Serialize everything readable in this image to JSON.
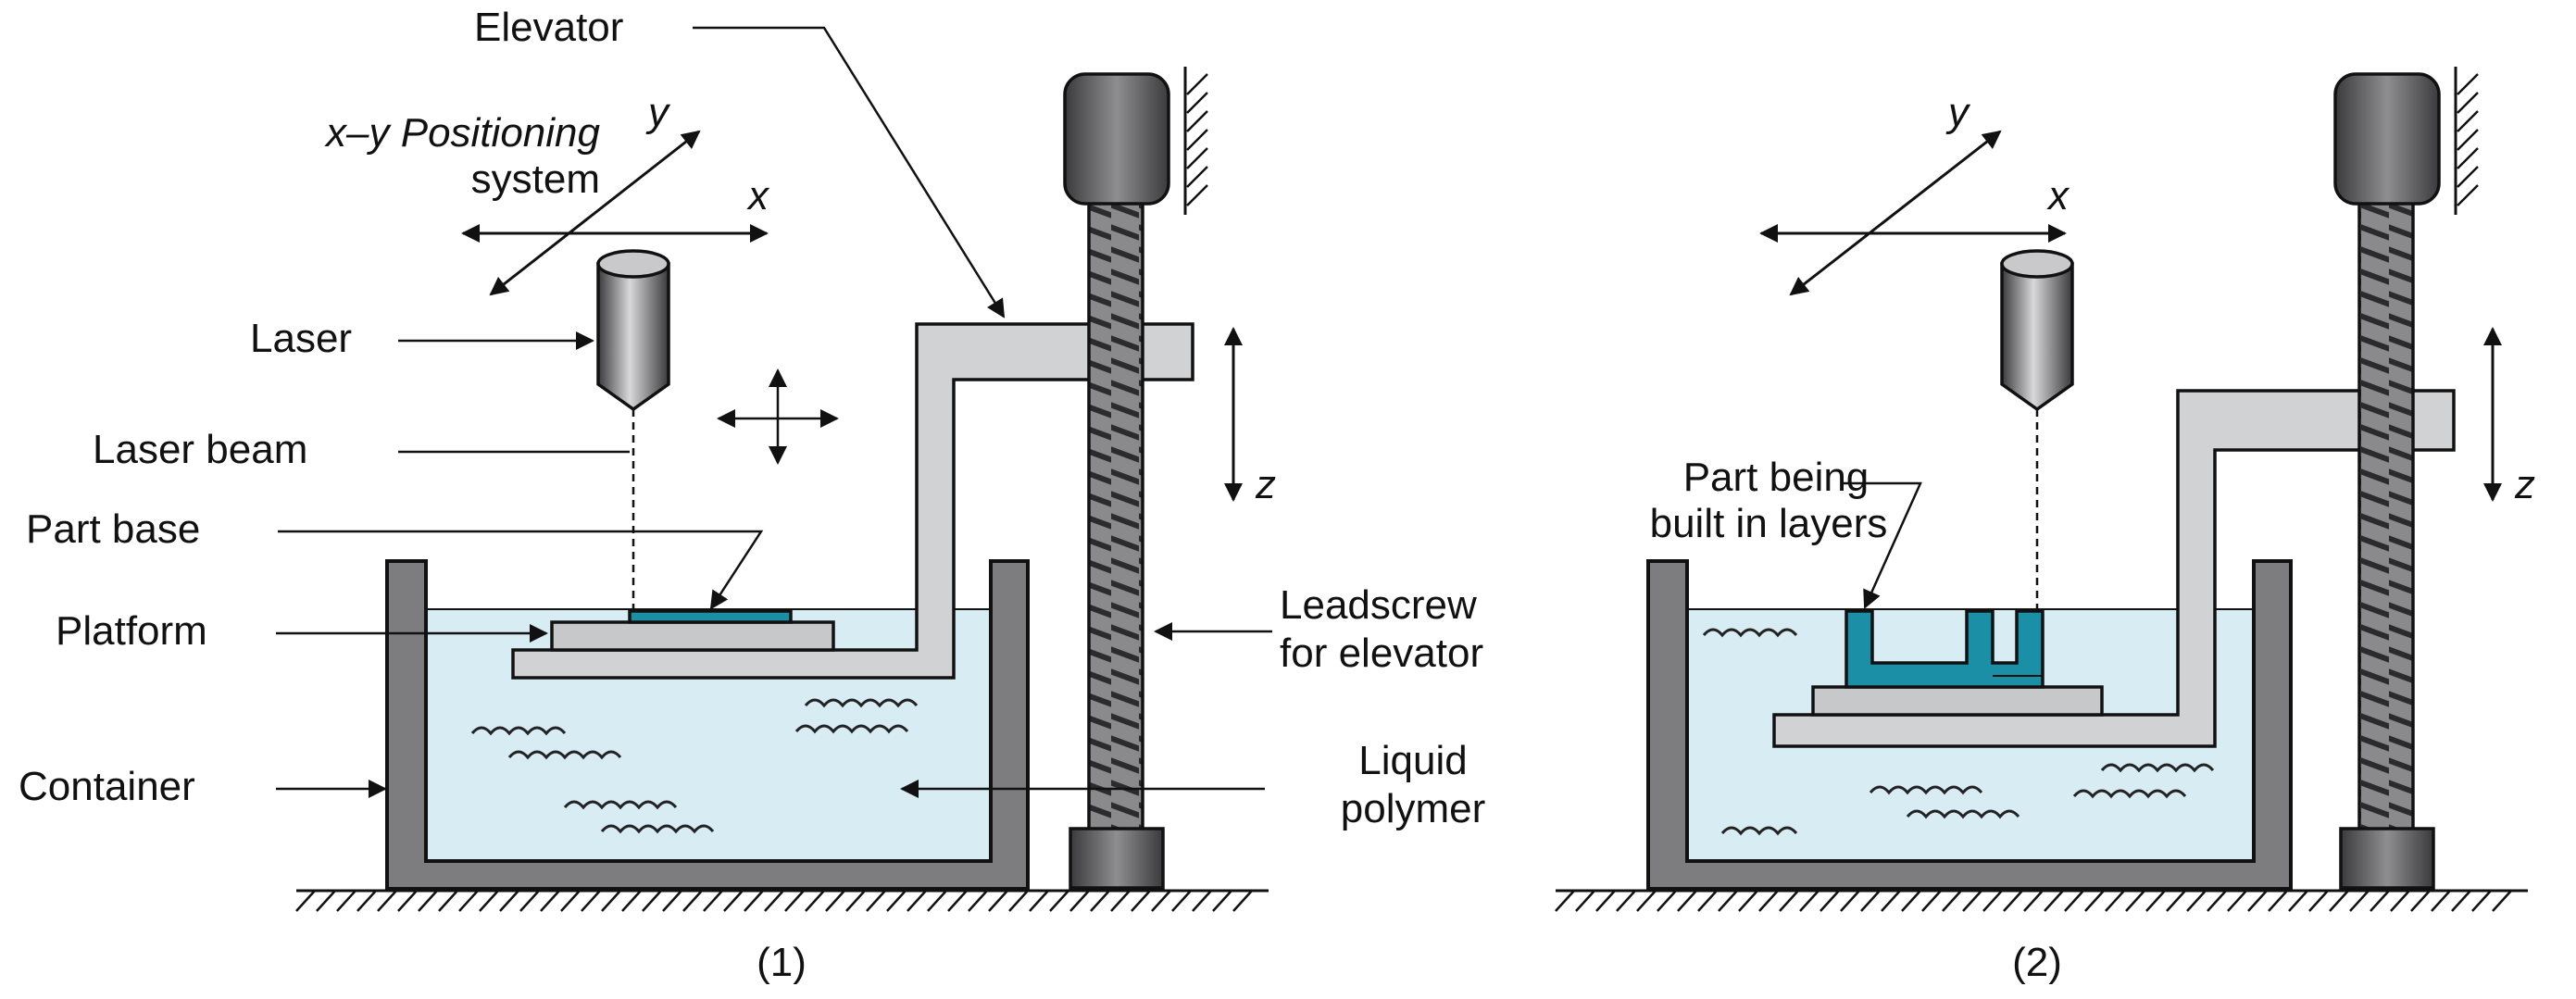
{
  "panel1": {
    "caption": "(1)",
    "labels": {
      "elevator": "Elevator",
      "xy_positioning_1": "x–y Positioning",
      "xy_positioning_2": "system",
      "laser": "Laser",
      "laser_beam": "Laser beam",
      "part_base": "Part base",
      "platform": "Platform",
      "container": "Container",
      "leadscrew_1": "Leadscrew",
      "leadscrew_2": "for elevator",
      "liquid_1": "Liquid",
      "liquid_2": "polymer"
    },
    "axes": {
      "x": "x",
      "y": "y",
      "z": "z"
    }
  },
  "panel2": {
    "caption": "(2)",
    "labels": {
      "part_being_1": "Part being",
      "part_being_2": "built in layers"
    },
    "axes": {
      "x": "x",
      "y": "y",
      "z": "z"
    }
  },
  "colors": {
    "liquid": "#d8ecf4",
    "part": "#1b8fa6",
    "container_wall": "#7d7d80",
    "platform": "#c7c8ca",
    "elevator": "#d1d2d4"
  }
}
